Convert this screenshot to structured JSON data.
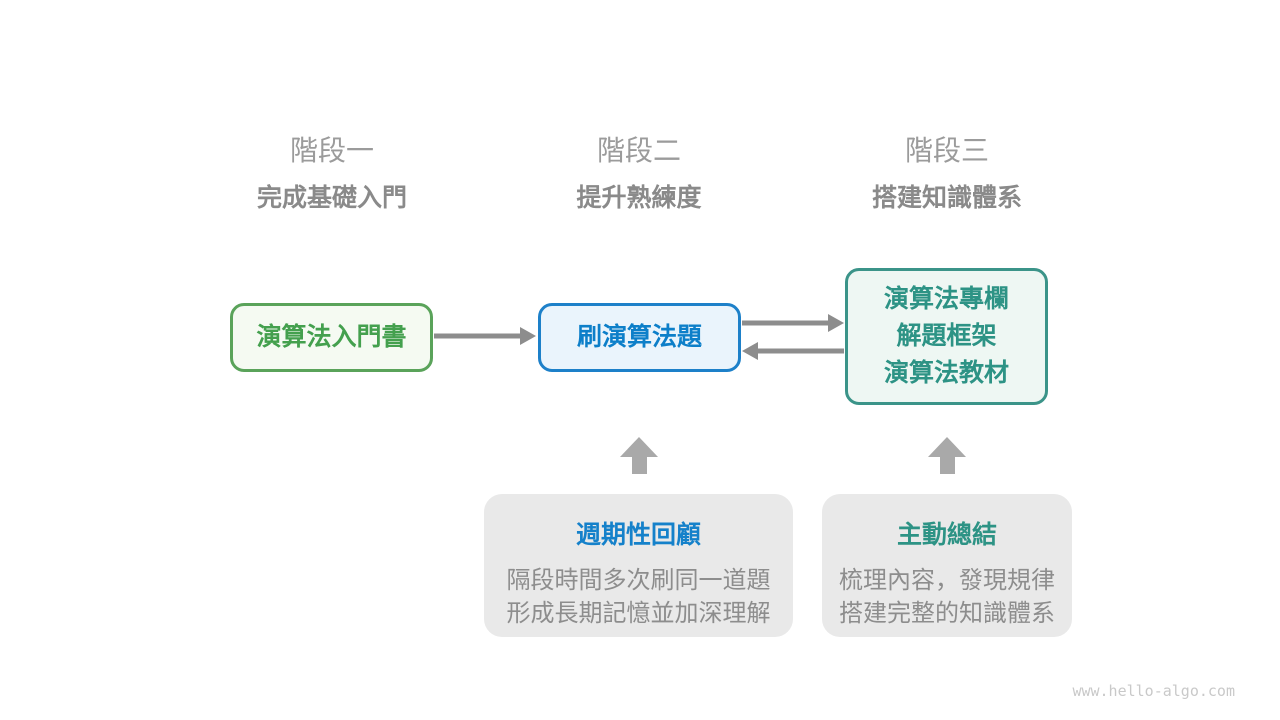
{
  "stages": [
    {
      "label": "階段一",
      "subtitle": "完成基礎入門"
    },
    {
      "label": "階段二",
      "subtitle": "提升熟練度"
    },
    {
      "label": "階段三",
      "subtitle": "搭建知識體系"
    }
  ],
  "nodes": {
    "intro_book": {
      "label": "演算法入門書"
    },
    "practice": {
      "label": "刷演算法題"
    },
    "resources": {
      "lines": [
        "演算法專欄",
        "解題框架",
        "演算法教材"
      ]
    }
  },
  "callouts": {
    "review": {
      "title": "週期性回顧",
      "body_lines": [
        "隔段時間多次刷同一道題",
        "形成長期記憶並加深理解"
      ]
    },
    "summary": {
      "title": "主動總結",
      "body_lines": [
        "梳理內容，發現規律",
        "搭建完整的知識體系"
      ]
    }
  },
  "watermark": "www.hello-algo.com",
  "colors": {
    "green_border": "#5aa35a",
    "green_text": "#44a04e",
    "green_bg": "#f5faf2",
    "blue_border": "#1d80c9",
    "blue_text": "#0d7fc9",
    "blue_bg": "#eaf4fc",
    "teal_border": "#3b9489",
    "teal_text": "#2d9385",
    "teal_bg": "#eef7f3",
    "header_gray": "#9b9b9b",
    "subtitle_gray": "#8a8a8a",
    "arrow_gray": "#8d8d8d",
    "up_arrow_gray": "#a9a9a9",
    "callout_bg": "#e9e9e9",
    "callout_body_gray": "#8d8d8d",
    "watermark_gray": "#c9c9c9"
  }
}
